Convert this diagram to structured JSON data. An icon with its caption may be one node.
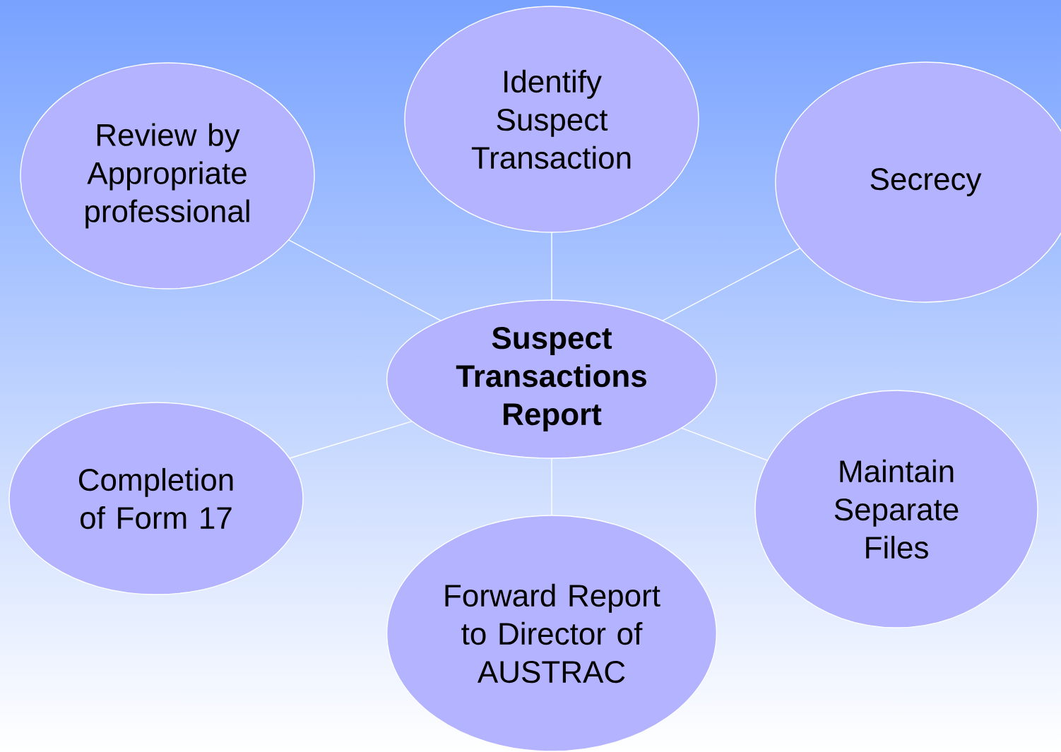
{
  "diagram": {
    "nodes": [
      {
        "text": [
          "Suspect Transactions Report"
        ]
      },
      {
        "text": [
          "Identify Suspect Transaction"
        ]
      },
      {
        "text": [
          "Review by Appropriate professional"
        ]
      },
      {
        "text": [
          "Secrecy"
        ]
      },
      {
        "text": [
          "Completion of Form 17"
        ]
      },
      {
        "text": [
          "Maintain Separate Files"
        ]
      },
      {
        "text": [
          "Forward Report to Director of AUSTRAC"
        ]
      }
    ],
    "edges": [
      {
        "from": 0,
        "to": 1,
        "arrow": "none"
      },
      {
        "from": 0,
        "to": 2,
        "arrow": "none"
      },
      {
        "from": 0,
        "to": 3,
        "arrow": "none"
      },
      {
        "from": 0,
        "to": 4,
        "arrow": "none"
      },
      {
        "from": 0,
        "to": 5,
        "arrow": "none"
      },
      {
        "from": 0,
        "to": 6,
        "arrow": "none"
      }
    ]
  }
}
